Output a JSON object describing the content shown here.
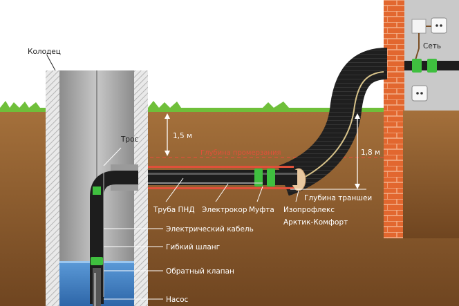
{
  "labels": {
    "well": "Колодец",
    "rope": "Трос",
    "depth_top": "1,5 м",
    "freeze_depth": "Глубина промерзания",
    "depth_right": "1,8 м",
    "trench_depth": "Глубина траншеи",
    "network": "Сеть",
    "pipe_pnd": "Труба ПНД",
    "heating_cable": "Электрокор",
    "coupling": "Муфта",
    "insulation_line1": "Изопрофлекс",
    "insulation_line2": "Арктик-Комфорт",
    "electric_cable": "Электрический кабель",
    "flex_hose": "Гибкий шланг",
    "check_valve": "Обратный клапан",
    "pump": "Насос"
  },
  "colors": {
    "sky": "#ffffff",
    "grass": "#6fbf3a",
    "soil_top": "#a4703b",
    "soil_bottom": "#7a4e25",
    "brick": "#e2672f",
    "wall": "#c9c9c9",
    "water": "#3f7fc7",
    "pipe": "#1d1d1d",
    "coupling": "#3fbf3f",
    "heat_band": "#e0503a"
  }
}
